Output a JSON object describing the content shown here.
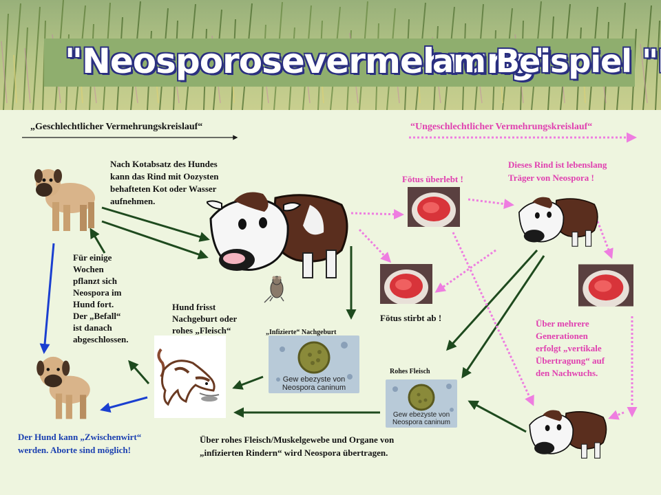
{
  "title": {
    "left": "\"Neosporosevermehrung\"",
    "right": "am Beispiel \"Rind\""
  },
  "labels": {
    "sexual_cycle": "„Geschlechtlicher  Vermehrungskreislauf“",
    "asexual_cycle": "“Ungeschlechtlicher Vermehrungskreislauf“",
    "kot_text": [
      "Nach Kotabsatz  des Hundes",
      "kann  das Rind mit Oozysten",
      "behafteten Kot oder Wasser",
      "aufnehmen."
    ],
    "fortpflanzung_text": [
      "Für einige",
      "Wochen",
      "pflanzt sich",
      "Neospora im",
      "Hund fort.",
      "Der „Befall“",
      "ist danach",
      "abgeschlossen."
    ],
    "hund_frisst_text": [
      "Hund frisst",
      "Nachgeburt oder",
      "rohes „Fleisch“"
    ],
    "infizierte_nachgeburt": "„Infizierte“ Nachgeburt",
    "rohes_fleisch": "Rohes Fleisch",
    "foetus_ueberlebt": "Fötus überlebt !",
    "foetus_stirbt": "Fötus stirbt ab !",
    "traeger_text": [
      "Dieses Rind ist lebenslang",
      "Träger von Neospora !"
    ],
    "generationen_text": [
      "Über mehrere",
      "Generationen",
      "erfolgt „vertikale",
      "Übertragung“ auf",
      "den Nachwuchs."
    ],
    "zwischenwirt_text": [
      "Der Hund kann „Zwischenwirt“",
      "werden. Aborte sind möglich!"
    ],
    "fleisch_text": [
      "Über rohes Fleisch/Muskelgewebe  und Organe von",
      "„infizierten Rindern“ wird Neospora übertragen."
    ],
    "cyst_caption": [
      "Gew ebezyste von",
      "Neospora caninum"
    ]
  },
  "icons": [
    "dog-icon",
    "cow-icon",
    "mouse-icon",
    "fetus-photo-icon",
    "cyst-micrograph-icon"
  ],
  "colors": {
    "black_text": "#141414",
    "pink_text": "#e040b0",
    "blue_text": "#1a3fb0",
    "black_arrow": "#1a1a1a",
    "green_arrow": "#1e4a1e",
    "pink_arrow": "#ee7de0",
    "blue_arrow": "#1a3fd0",
    "title_fill": "#ffffff",
    "title_outline": "#2a2f80"
  }
}
